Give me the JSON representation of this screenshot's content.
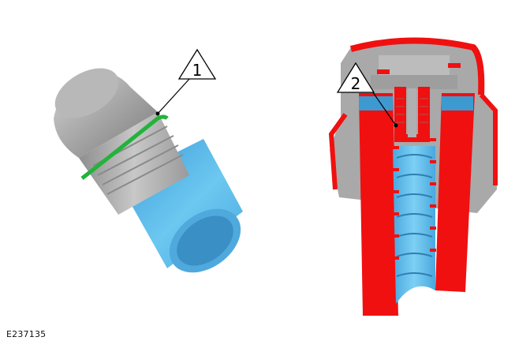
{
  "figure": {
    "reference_id": "E237135",
    "callouts": [
      {
        "number": "1",
        "target": "o-ring-seal"
      },
      {
        "number": "2",
        "target": "internal-valve"
      }
    ],
    "colors": {
      "housing_gray": "#a8a8a8",
      "filter_blue": "#5ab8e8",
      "seal_green": "#22b33a",
      "section_red": "#f01010",
      "callout_stroke": "#000000",
      "background": "#ffffff"
    }
  }
}
